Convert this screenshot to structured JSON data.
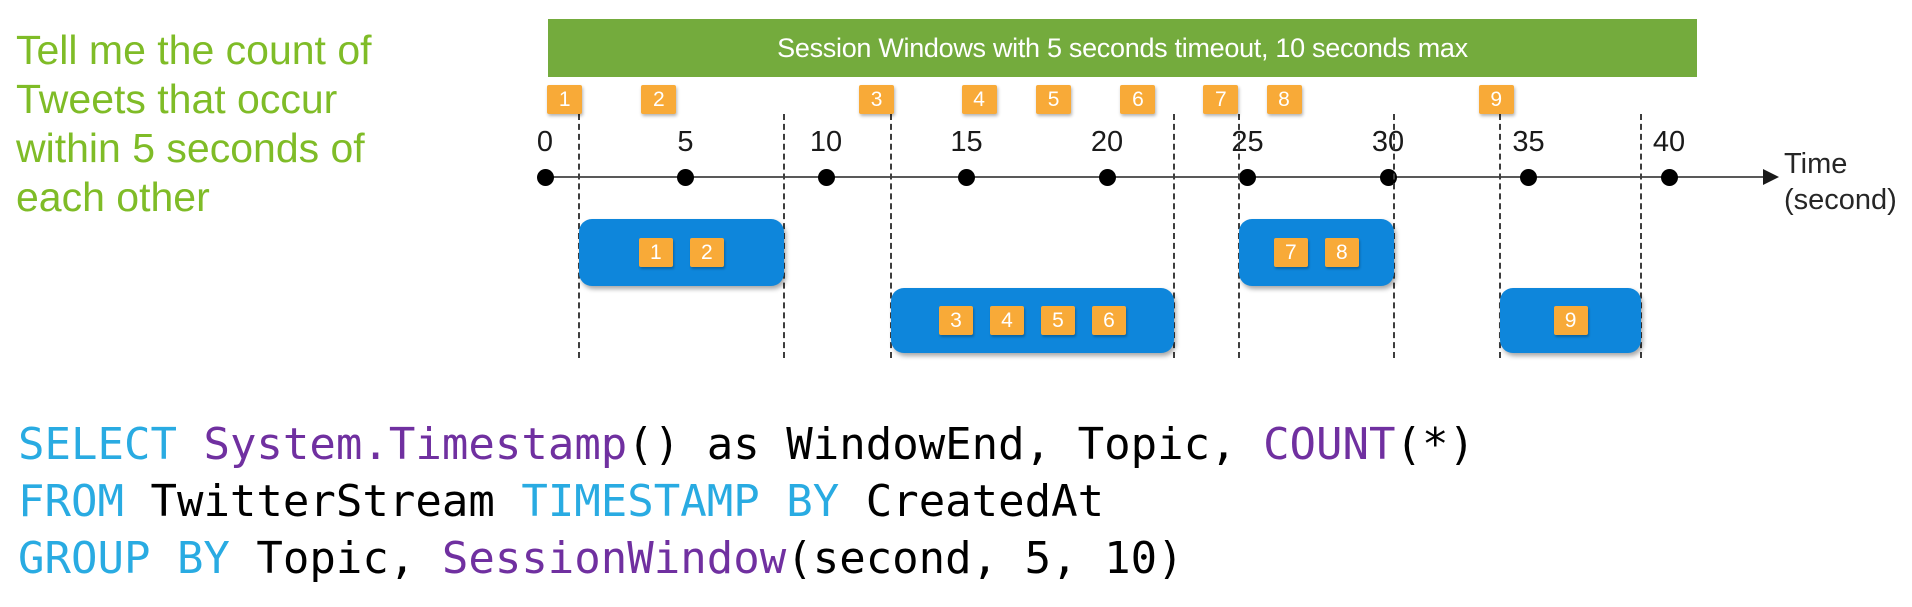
{
  "headline": {
    "text": "Tell me the count of\nTweets that occur\nwithin 5 seconds of\neach other"
  },
  "banner": {
    "title": "Session Windows with 5 seconds timeout, 10 seconds max"
  },
  "timeline": {
    "axis_label": "Time\n(second)",
    "axis_unit": "second",
    "ticks": [
      0,
      5,
      10,
      15,
      20,
      25,
      30,
      35,
      40
    ],
    "events": [
      {
        "id": "1",
        "t": 0.7
      },
      {
        "id": "2",
        "t": 4.05
      },
      {
        "id": "3",
        "t": 11.8
      },
      {
        "id": "4",
        "t": 15.45
      },
      {
        "id": "5",
        "t": 18.1
      },
      {
        "id": "6",
        "t": 21.1
      },
      {
        "id": "7",
        "t": 24.05
      },
      {
        "id": "8",
        "t": 26.3
      },
      {
        "id": "9",
        "t": 33.85
      }
    ],
    "windows": [
      {
        "start": 1.2,
        "end": 8.5,
        "row": 0,
        "events": [
          "1",
          "2"
        ]
      },
      {
        "start": 12.3,
        "end": 22.4,
        "row": 1,
        "events": [
          "3",
          "4",
          "5",
          "6"
        ]
      },
      {
        "start": 24.7,
        "end": 30.2,
        "row": 0,
        "events": [
          "7",
          "8"
        ]
      },
      {
        "start": 34.0,
        "end": 39.0,
        "row": 1,
        "events": [
          "9"
        ]
      }
    ]
  },
  "code": {
    "lines": [
      {
        "tokens": [
          {
            "text": "SELECT",
            "type": "keyword"
          },
          {
            "text": " ",
            "type": "plain"
          },
          {
            "text": "System.Timestamp",
            "type": "function"
          },
          {
            "text": "() as WindowEnd, Topic, ",
            "type": "plain"
          },
          {
            "text": "COUNT",
            "type": "function"
          },
          {
            "text": "(*)",
            "type": "plain"
          }
        ]
      },
      {
        "tokens": [
          {
            "text": "FROM",
            "type": "keyword"
          },
          {
            "text": " TwitterStream ",
            "type": "plain"
          },
          {
            "text": "TIMESTAMP BY",
            "type": "keyword"
          },
          {
            "text": " CreatedAt",
            "type": "plain"
          }
        ]
      },
      {
        "tokens": [
          {
            "text": "GROUP BY",
            "type": "keyword"
          },
          {
            "text": " Topic, ",
            "type": "plain"
          },
          {
            "text": "SessionWindow",
            "type": "function"
          },
          {
            "text": "(second, 5, 10)",
            "type": "plain"
          }
        ]
      }
    ]
  },
  "colors": {
    "headline_green": "#7FBC27",
    "banner_green": "#74AB3D",
    "window_blue": "#0E86DB",
    "event_orange": "#F8AA38",
    "keyword_cyan": "#29ABE2",
    "function_purple": "#7030A0"
  }
}
